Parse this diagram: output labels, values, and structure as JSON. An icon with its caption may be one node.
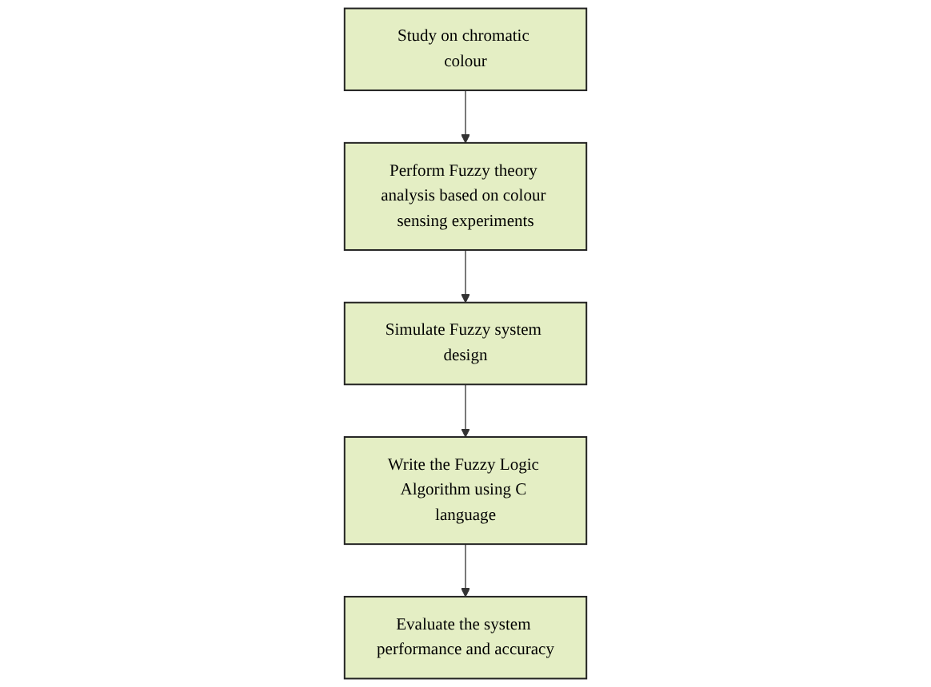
{
  "diagram": {
    "nodes": [
      {
        "text": [
          "Study on chromatic colour"
        ]
      },
      {
        "text": [
          "Perform Fuzzy theory analysis based on colour sensing experiments"
        ]
      },
      {
        "text": [
          "Simulate Fuzzy system design"
        ]
      },
      {
        "text": [
          "Write the Fuzzy Logic Algorithm using C language"
        ]
      },
      {
        "text": [
          "Evaluate the system performance and accuracy"
        ]
      }
    ],
    "edges": [
      {
        "from": 0,
        "to": 1,
        "arrow": "to"
      },
      {
        "from": 1,
        "to": 2,
        "arrow": "to"
      },
      {
        "from": 2,
        "to": 3,
        "arrow": "to"
      },
      {
        "from": 3,
        "to": 4,
        "arrow": "to"
      }
    ]
  }
}
